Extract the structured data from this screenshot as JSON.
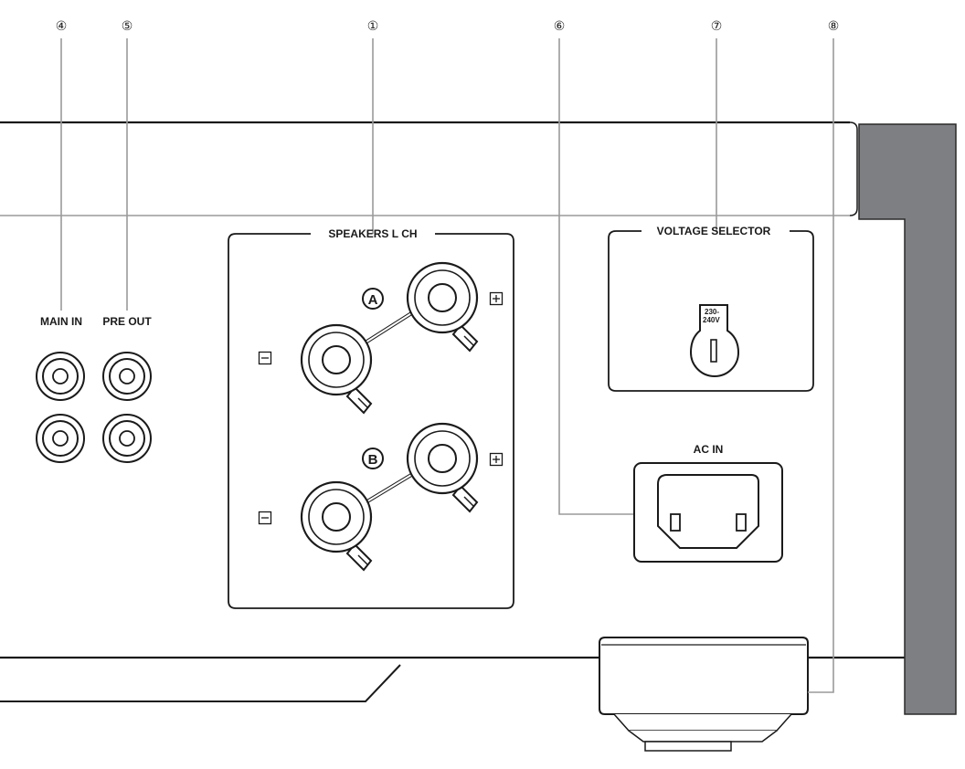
{
  "callouts": [
    {
      "id": "4",
      "glyph": "④"
    },
    {
      "id": "5",
      "glyph": "⑤"
    },
    {
      "id": "1",
      "glyph": "①"
    },
    {
      "id": "6",
      "glyph": "⑥"
    },
    {
      "id": "7",
      "glyph": "⑦"
    },
    {
      "id": "8",
      "glyph": "⑧"
    }
  ],
  "labels": {
    "main_in": "MAIN IN",
    "pre_out": "PRE OUT",
    "speakers": "SPEAKERS L CH",
    "terminal_a": "A",
    "terminal_b": "B",
    "plus": "+",
    "minus": "−",
    "voltage_selector": "VOLTAGE SELECTOR",
    "voltage_line1": "230-",
    "voltage_line2": "240V",
    "ac_in": "AC IN"
  },
  "colors": {
    "line": "#1a1a1a",
    "leader": "#9a9a9a",
    "handle": "#7e7f82",
    "ink": "#1a1a1a"
  },
  "icons": {
    "rca_jack": "rca-jack-icon",
    "binding_post": "binding-post-icon",
    "voltage_switch": "voltage-selector-switch-icon",
    "ac_inlet": "iec-power-inlet-icon",
    "foot": "rubber-foot-icon"
  }
}
